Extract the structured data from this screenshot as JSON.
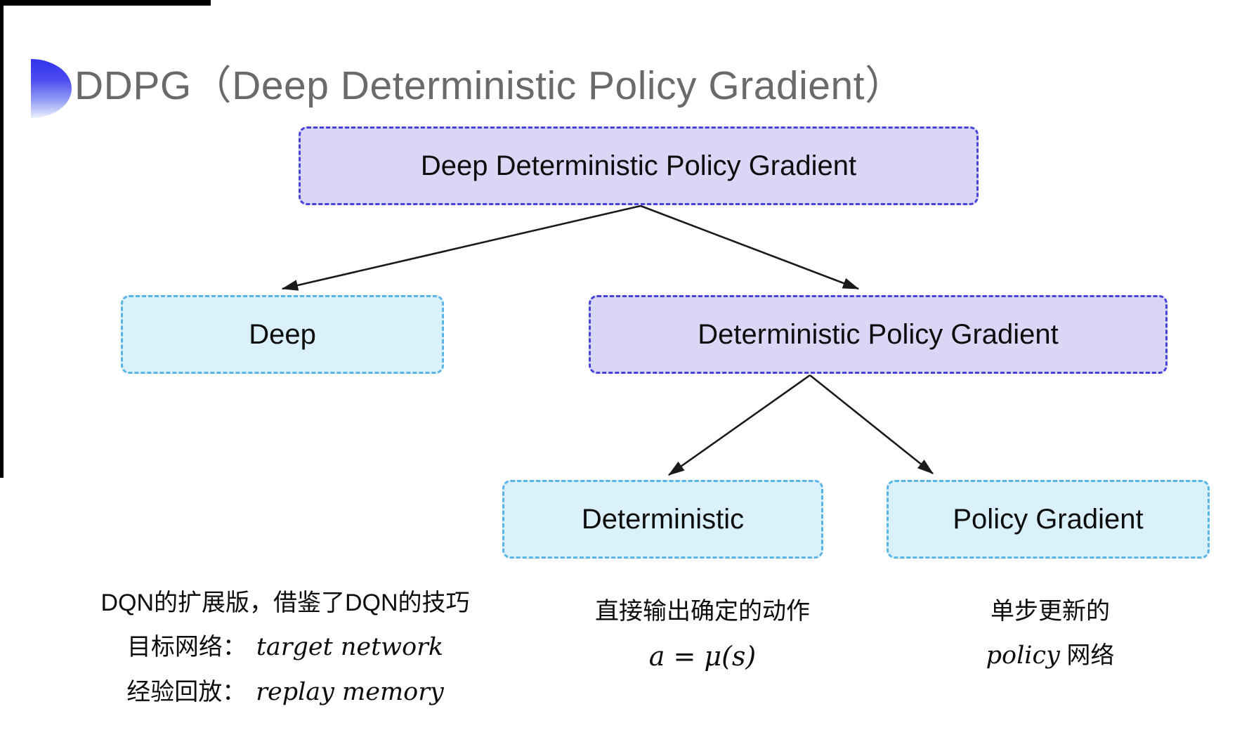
{
  "title": {
    "text": "DDPG（Deep Deterministic Policy Gradient）"
  },
  "colors": {
    "title_gray": "#6a6a6a",
    "purple_fill": "#dad6f6",
    "purple_border": "#4543da",
    "cyan_fill": "#daf0fb",
    "cyan_border": "#58b6e7",
    "arrow_black": "#1a1a1a",
    "bullet_blue": "#3233ee"
  },
  "tree": {
    "root": {
      "label": "Deep Deterministic Policy Gradient"
    },
    "level2": [
      {
        "label": "Deep"
      },
      {
        "label": "Deterministic Policy Gradient"
      }
    ],
    "level3": [
      {
        "label": "Deterministic"
      },
      {
        "label": "Policy Gradient"
      }
    ]
  },
  "notes": {
    "dqn": {
      "line1": "DQN的扩展版，借鉴了DQN的技巧",
      "target_label": "目标网络：",
      "target_value": "target network",
      "replay_label": "经验回放：",
      "replay_value": "replay memory"
    },
    "deterministic": {
      "line1": "直接输出确定的动作",
      "formula": "a = μ(s)"
    },
    "policy": {
      "line1": "单步更新的",
      "line2_italic": "policy",
      "line2_rest": " 网络"
    }
  }
}
